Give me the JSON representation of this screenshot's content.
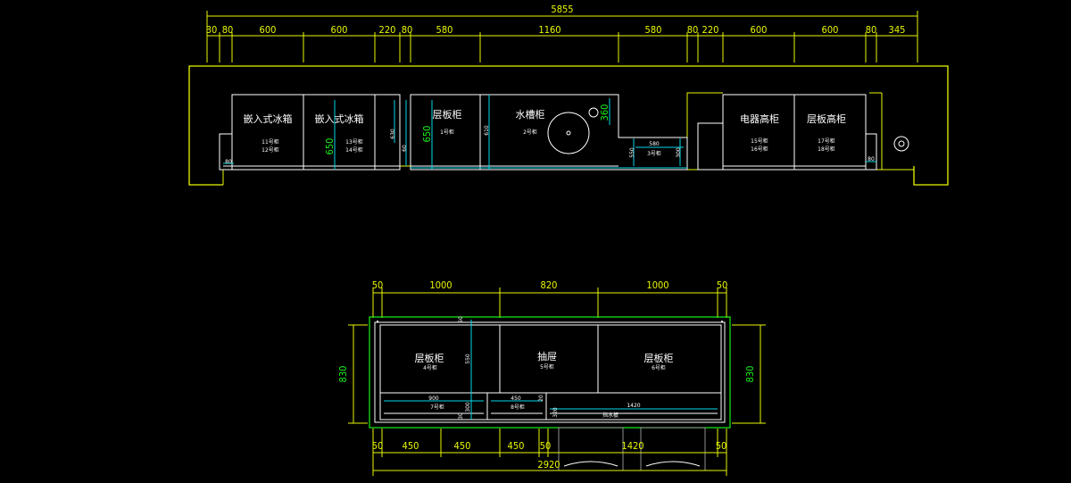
{
  "top_plan": {
    "overall_dim": "5855",
    "segment_dims": [
      "30",
      "80",
      "600",
      "600",
      "220",
      "80",
      "580",
      "1160",
      "580",
      "80",
      "220",
      "600",
      "600",
      "80",
      "345"
    ],
    "cabinets": [
      {
        "title": "嵌入式冰箱",
        "line1": "11号柜",
        "line2": "12号柜"
      },
      {
        "title": "嵌入式冰箱",
        "line1": "13号柜",
        "line2": "14号柜"
      },
      {
        "title": "层板柜",
        "line1": "1号柜",
        "line2": ""
      },
      {
        "title": "水槽柜",
        "line1": "2号柜",
        "line2": ""
      },
      {
        "title": "电器高柜",
        "line1": "15号柜",
        "line2": "16号柜"
      },
      {
        "title": "层板高柜",
        "line1": "17号柜",
        "line2": "18号柜"
      }
    ],
    "small_cabinet": {
      "line1": "3号柜"
    },
    "inner_dims": {
      "d650a": "650",
      "d650b": "650",
      "d630": "630",
      "d610": "610",
      "d60": "60",
      "d80l": "80",
      "d80r": "80",
      "d360": "360",
      "d580": "580",
      "d550": "550",
      "d300": "300"
    }
  },
  "bottom_plan": {
    "top_dims": [
      "50",
      "1000",
      "820",
      "1000",
      "50"
    ],
    "bottom_dims": [
      "50",
      "450",
      "450",
      "450",
      "50",
      "1420",
      "50"
    ],
    "overall_dim": "2920",
    "side_dim_left": "830",
    "side_dim_right": "830",
    "cabinets": [
      {
        "title": "层板柜",
        "line1": "4号柜"
      },
      {
        "title": "抽屉",
        "line1": "5号柜"
      },
      {
        "title": "层板柜",
        "line1": "6号柜"
      }
    ],
    "lower": [
      {
        "dim": "900",
        "line1": "7号柜"
      },
      {
        "dim": "450",
        "line1": "8号柜"
      }
    ],
    "sink_board": {
      "dim": "1420",
      "label": "挡水板"
    },
    "inner_dims": {
      "d550": "550",
      "d50": "50",
      "d300": "300",
      "d30": "30",
      "d320": "320",
      "d20": "20"
    }
  }
}
